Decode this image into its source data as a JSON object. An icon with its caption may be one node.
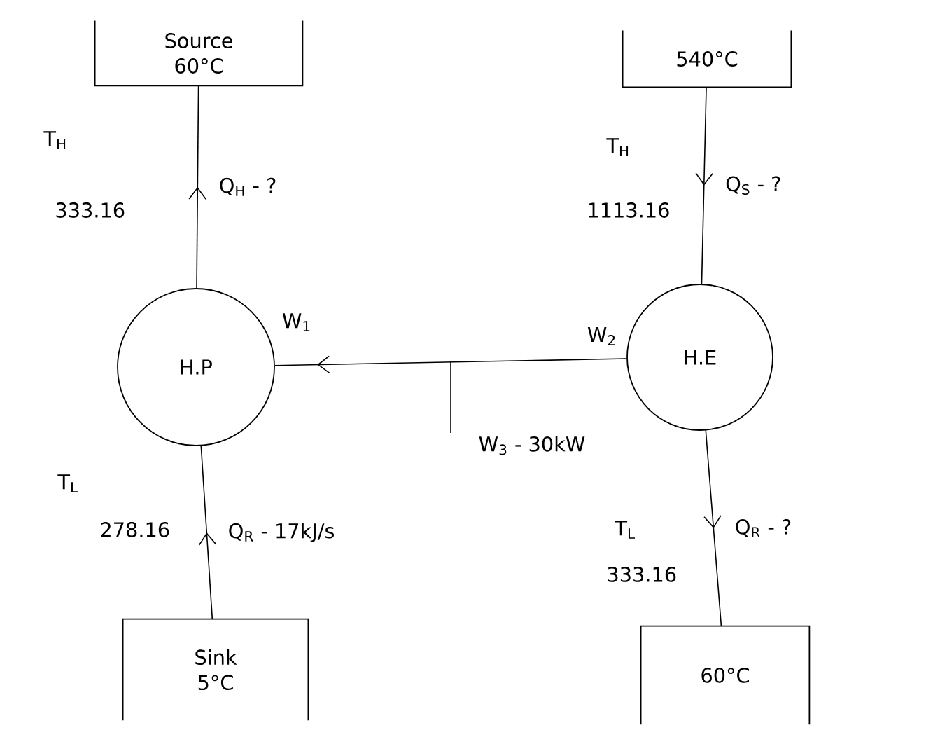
{
  "diagram": {
    "nodes": [
      {
        "text": [
          "Source",
          "60°C"
        ]
      },
      {
        "text": [
          "540°C"
        ]
      },
      {
        "text": [
          "H.P"
        ],
        "beside": [
          "W$_{1}$"
        ]
      },
      {
        "text": [
          "H.E"
        ],
        "beside": [
          "W$_{2}$"
        ]
      },
      {
        "text": [
          "W$_{3}$ - 30kW"
        ]
      },
      {
        "text": [
          "Sink",
          "5°C"
        ]
      },
      {
        "text": [
          "60°C"
        ]
      }
    ],
    "edges": [
      {
        "from": 2,
        "to": 0,
        "arrow": "to",
        "label": "Q$_{H}$ - ?"
      },
      {
        "from": 1,
        "to": 3,
        "arrow": "to",
        "label": "Q$_{S}$ - ?"
      },
      {
        "from": 3,
        "to": 2,
        "arrow": "to"
      },
      {
        "from": 5,
        "to": 2,
        "arrow": "to",
        "label": "Q$_{R}$ - 17kJ/s"
      },
      {
        "from": 3,
        "to": 6,
        "arrow": "to",
        "label": "Q$_{R}$ - ?"
      },
      {
        "from": 4,
        "to": null,
        "arrow": "none"
      }
    ],
    "labels": [
      "T$_{H}$",
      "333.16",
      "T$_{H}$",
      "1113.16",
      "T$_{L}$",
      "278.16",
      "T$_{L}$",
      "333.16"
    ]
  }
}
